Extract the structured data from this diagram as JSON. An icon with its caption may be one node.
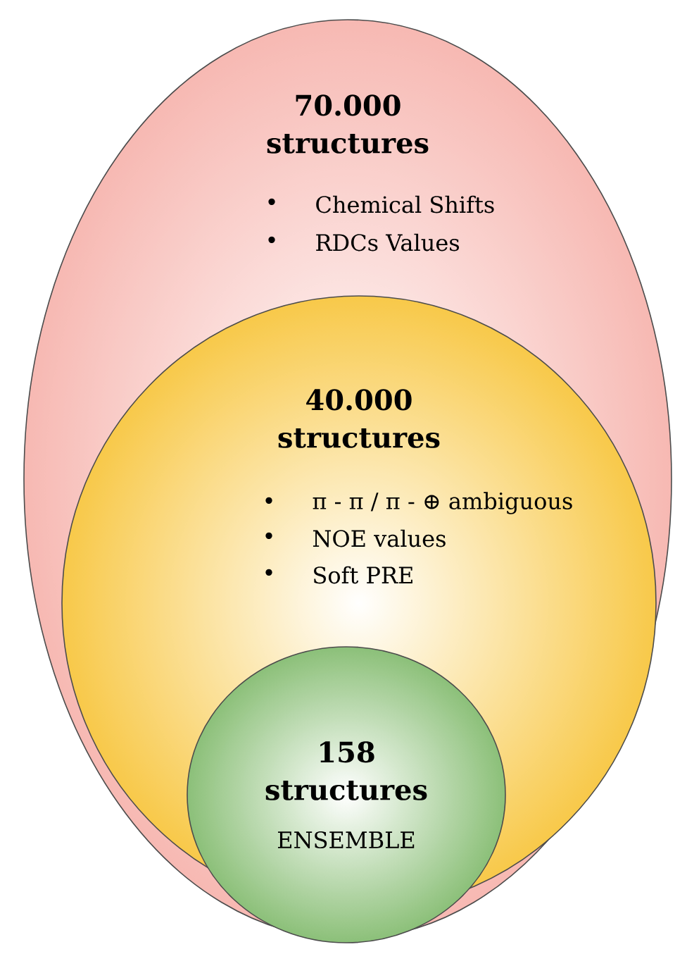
{
  "diagram": {
    "nodes": [
      {
        "text": [
          "70.000 structures",
          "Chemical Shifts",
          "RDCs Values"
        ]
      },
      {
        "text": [
          "40.000 structures",
          "π - π / π - ⊕ ambiguous",
          "NOE values",
          "Soft PRE"
        ],
        "in": 0
      },
      {
        "text": [
          "158 structures",
          "ENSEMBLE"
        ],
        "in": 1
      }
    ],
    "labels": [
      "•",
      "•",
      "•",
      "•",
      "•"
    ]
  }
}
